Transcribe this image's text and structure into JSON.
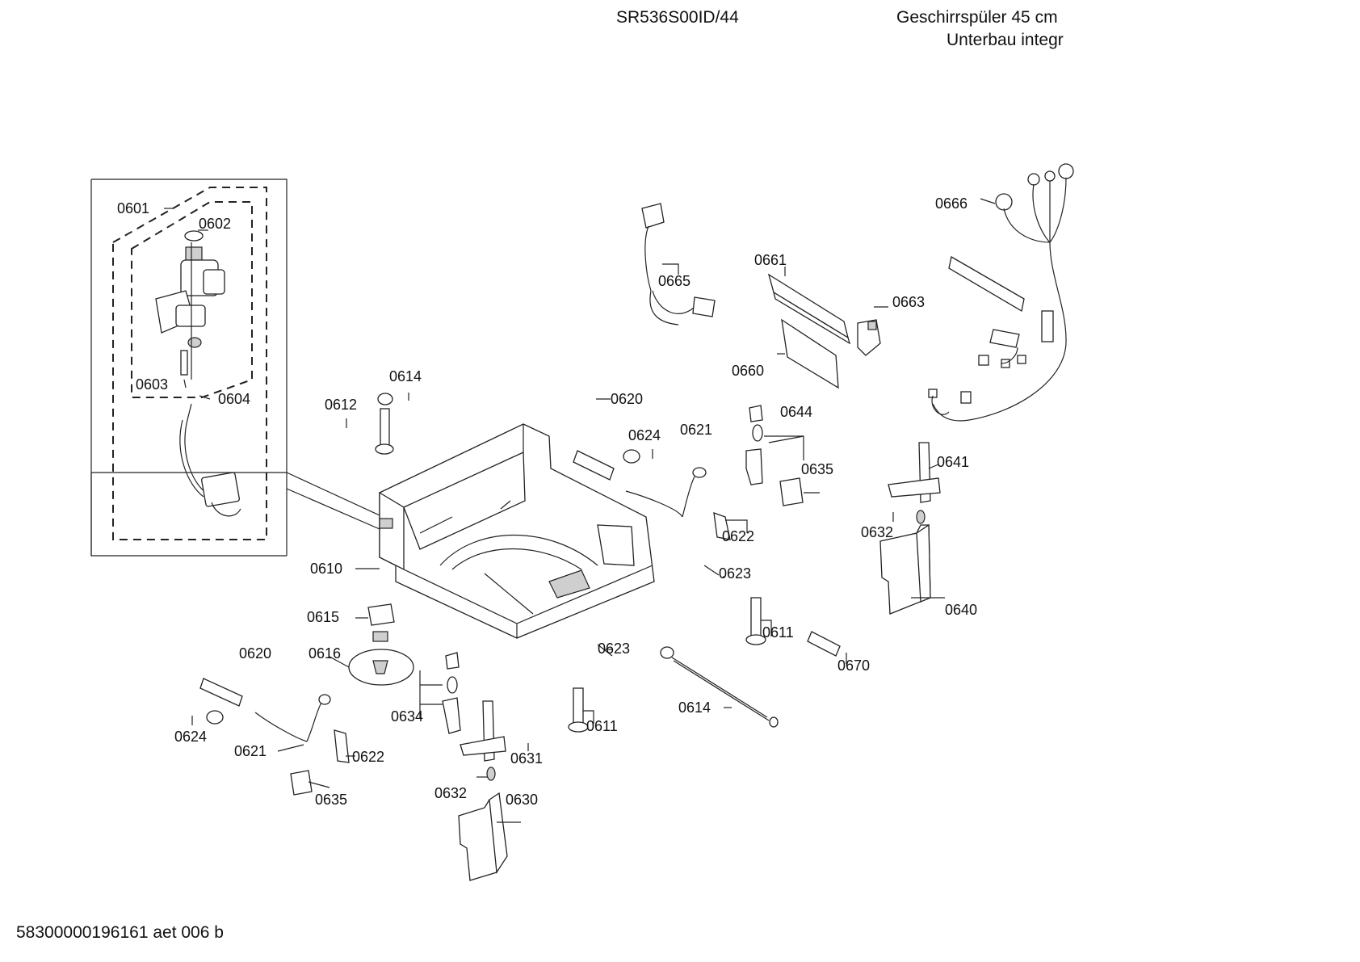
{
  "header": {
    "model": "SR536S00ID/44",
    "description_line1": "Geschirrspüler 45 cm",
    "description_line2": "Unterbau integr"
  },
  "footer": {
    "doc_code": "58300000196161 aet 006 b"
  },
  "labels": {
    "l0601": "0601",
    "l0602": "0602",
    "l0603": "0603",
    "l0604": "0604",
    "l0666": "0666",
    "l0661": "0661",
    "l0665": "0665",
    "l0663": "0663",
    "l0660": "0660",
    "l0614a": "0614",
    "l0612": "0612",
    "l0620a": "0620",
    "l0644": "0644",
    "l0624a": "0624",
    "l0621a": "0621",
    "l0635a": "0635",
    "l0641": "0641",
    "l0622a": "0622",
    "l0632a": "0632",
    "l0610": "0610",
    "l0623a": "0623",
    "l0640": "0640",
    "l0615": "0615",
    "l0611a": "0611",
    "l0670": "0670",
    "l0620b": "0620",
    "l0616": "0616",
    "l0623b": "0623",
    "l0614b": "0614",
    "l0634": "0634",
    "l0611b": "0611",
    "l0624b": "0624",
    "l0621b": "0621",
    "l0622b": "0622",
    "l0631": "0631",
    "l0635b": "0635",
    "l0632b": "0632",
    "l0630": "0630"
  }
}
